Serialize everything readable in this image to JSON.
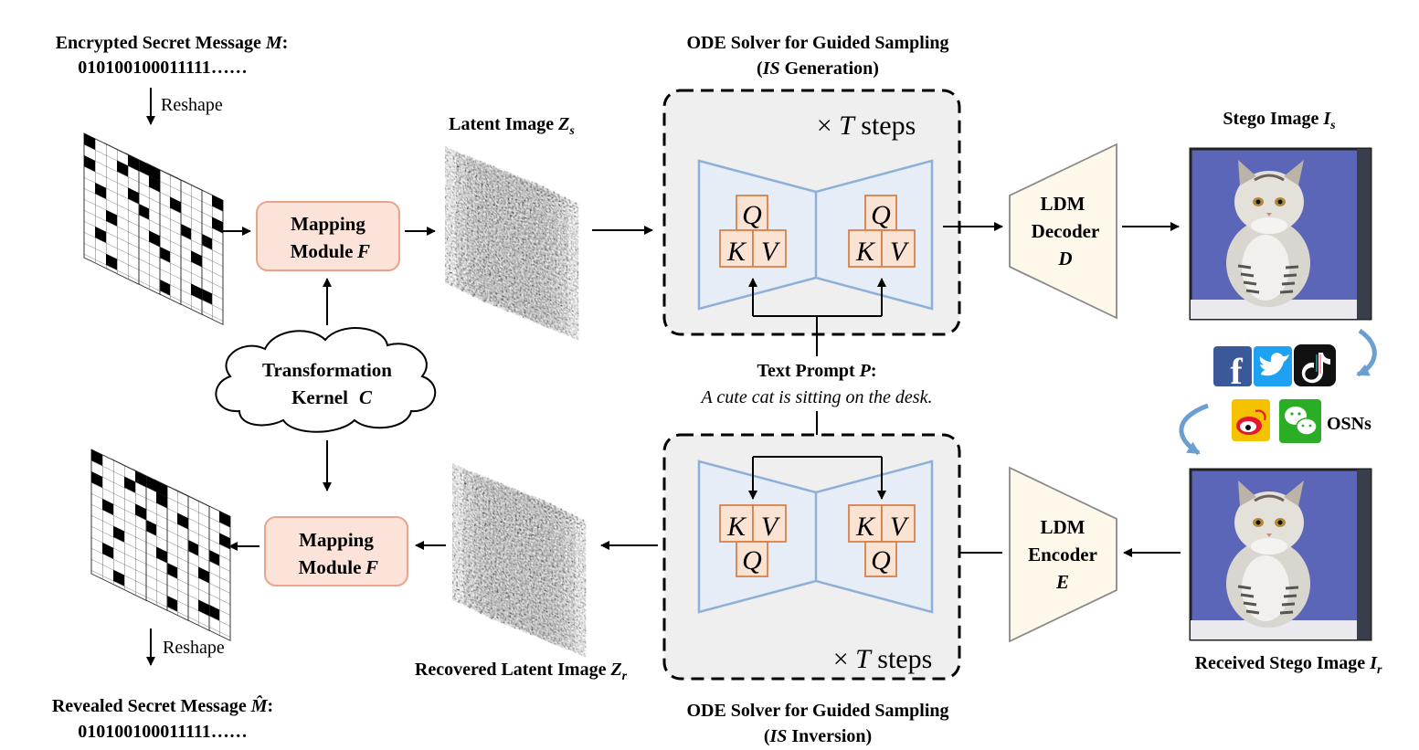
{
  "message_top": {
    "title": "Encrypted Secret Message",
    "symbol": "M",
    "colon": ":",
    "bits": "010100100011111……"
  },
  "reshape_top": "Reshape",
  "mapping_top": {
    "line1": "Mapping",
    "line2": "Module",
    "symbol": "F"
  },
  "latent_top": {
    "title": "Latent Image",
    "symbol": "Z",
    "sub": "s"
  },
  "solver_top": {
    "line1": "ODE Solver for Guided Sampling",
    "open": "(",
    "symbol": "IS",
    "text": " Generation)",
    "steps_prefix": "× ",
    "steps_symbol": "T",
    "steps_suffix": " steps"
  },
  "attention_top": {
    "q": "Q",
    "k": "K",
    "v": "V"
  },
  "decoder": {
    "line1": "LDM",
    "line2": "Decoder",
    "symbol": "D"
  },
  "stego_top": {
    "title": "Stego Image",
    "symbol": "I",
    "sub": "s"
  },
  "kernel": {
    "line1": "Transformation",
    "line2": "Kernel",
    "symbol": "C"
  },
  "prompt": {
    "title": "Text Prompt",
    "symbol": "P",
    "colon": ":",
    "text": "A cute cat is sitting on the desk."
  },
  "osns": {
    "label": "OSNs",
    "icons": [
      "facebook-icon",
      "twitter-icon",
      "tiktok-icon",
      "weibo-icon",
      "wechat-icon"
    ],
    "colors": {
      "facebook": "#3b5998",
      "twitter": "#1da1f2",
      "tiktok": "#111111",
      "weibo": "#f5c200",
      "wechat": "#2aae25"
    }
  },
  "message_bottom": {
    "title": "Revealed Secret Message",
    "symbol": "M̂",
    "colon": ":",
    "bits": "010100100011111……"
  },
  "reshape_bottom": "Reshape",
  "mapping_bottom": {
    "line1": "Mapping",
    "line2": "Module",
    "symbol": "F"
  },
  "latent_bottom": {
    "title": "Recovered Latent Image",
    "symbol": "Z",
    "sub": "r"
  },
  "solver_bottom": {
    "line1": "ODE Solver for Guided Sampling",
    "open": "(",
    "symbol": "IS",
    "text": " Inversion)",
    "steps_prefix": "× ",
    "steps_symbol": "T",
    "steps_suffix": " steps"
  },
  "attention_bottom": {
    "q": "Q",
    "k": "K",
    "v": "V"
  },
  "encoder": {
    "line1": "LDM",
    "line2": "Encoder",
    "symbol": "E"
  },
  "stego_bottom": {
    "title": "Received Stego Image",
    "symbol": "I",
    "sub": "r"
  },
  "colors": {
    "mapping_fill": "#fbe3da",
    "mapping_stroke": "#e8a58c",
    "solver_fill": "#efefef",
    "unet_fill": "#e6edf7",
    "unet_stroke": "#8eb0d8",
    "qkv_fill": "#fbe3d4",
    "qkv_stroke": "#d9804a",
    "codec_fill": "#fdf8ea",
    "photo_bg": "#5c66b8"
  }
}
